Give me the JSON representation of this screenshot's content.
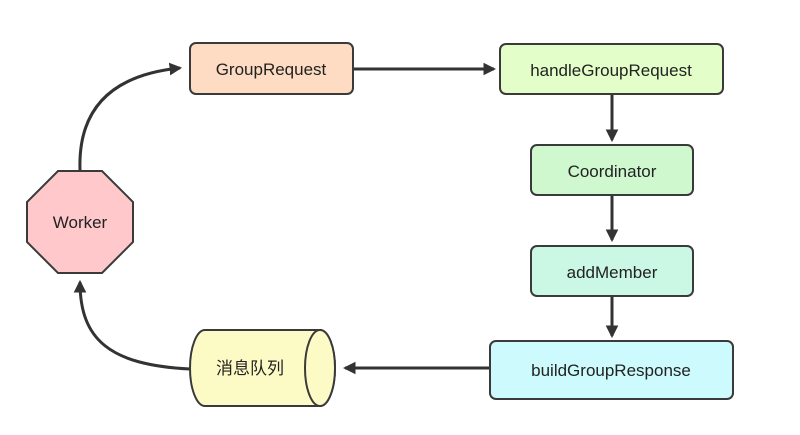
{
  "nodes": {
    "worker": {
      "label": "Worker",
      "shape": "octagon",
      "color": "#ffc9cc"
    },
    "group_request": {
      "label": "GroupRequest",
      "shape": "rounded-rect",
      "color": "#fddcc3"
    },
    "handle_group_request": {
      "label": "handleGroupRequest",
      "shape": "rounded-rect",
      "color": "#e3fec8"
    },
    "coordinator": {
      "label": "Coordinator",
      "shape": "rounded-rect",
      "color": "#cff8cf"
    },
    "add_member": {
      "label": "addMember",
      "shape": "rounded-rect",
      "color": "#caf8e4"
    },
    "build_group_response": {
      "label": "buildGroupResponse",
      "shape": "rounded-rect",
      "color": "#cdfbfd"
    },
    "message_queue": {
      "label": "消息队列",
      "shape": "cylinder",
      "color": "#fdfbc5"
    }
  },
  "edges": [
    {
      "from": "worker",
      "to": "group_request"
    },
    {
      "from": "group_request",
      "to": "handle_group_request"
    },
    {
      "from": "handle_group_request",
      "to": "coordinator"
    },
    {
      "from": "coordinator",
      "to": "add_member"
    },
    {
      "from": "add_member",
      "to": "build_group_response"
    },
    {
      "from": "build_group_response",
      "to": "message_queue"
    },
    {
      "from": "message_queue",
      "to": "worker"
    }
  ],
  "colors": {
    "stroke": "#3a3a3a",
    "edge": "#333333",
    "text": "#222222"
  }
}
